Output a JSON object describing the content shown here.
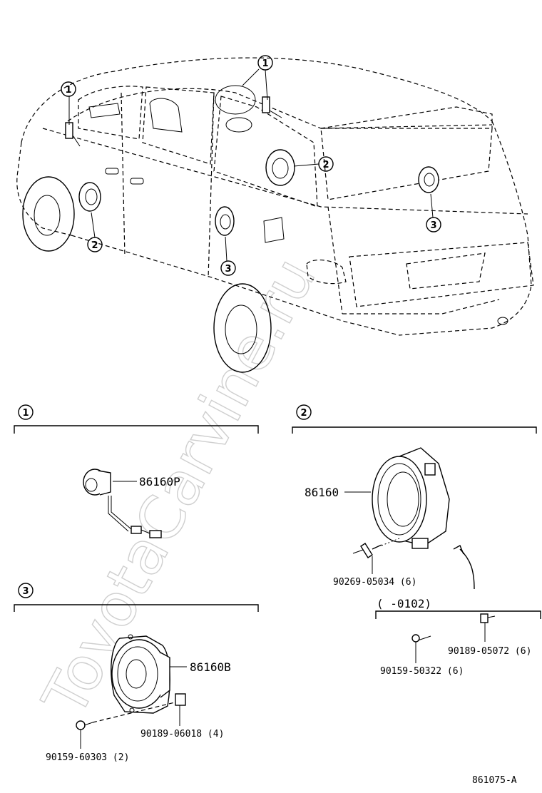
{
  "watermark": "ToyotaCarvine.ru",
  "figure_id": "861075-A",
  "vehicle_callouts": {
    "front_door_tweeter": "1",
    "windshield_tweeter": "1",
    "front_door_speaker": "2",
    "quarter_speaker": "2",
    "rear_door_speaker": "3",
    "back_speaker": "3"
  },
  "sections": [
    {
      "number": "1",
      "parts": [
        {
          "part_no": "86160P"
        }
      ]
    },
    {
      "number": "2",
      "parts": [
        {
          "part_no": "86160"
        },
        {
          "part_no": "90269-05034 (6)"
        }
      ],
      "variant_note": "(      -0102)",
      "variant_parts": [
        {
          "part_no": "90189-05072 (6)"
        },
        {
          "part_no": "90159-50322 (6)"
        }
      ]
    },
    {
      "number": "3",
      "parts": [
        {
          "part_no": "86160B"
        },
        {
          "part_no": "90189-06018 (4)"
        },
        {
          "part_no": "90159-60303 (2)"
        }
      ]
    }
  ]
}
